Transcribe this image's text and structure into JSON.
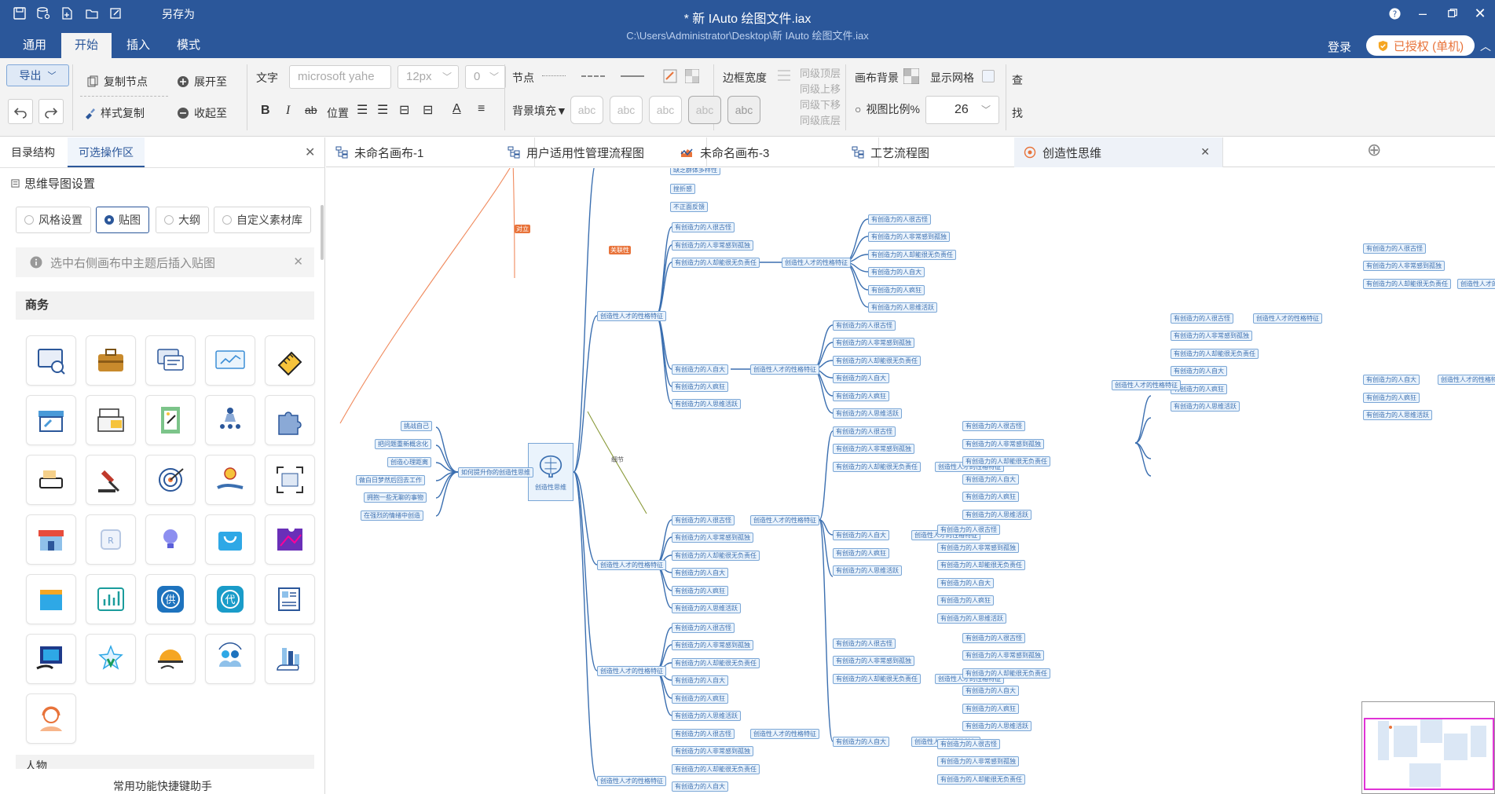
{
  "titlebar": {
    "save_as": "另存为",
    "doc_title": "*  新 IAuto 绘图文件.iax",
    "doc_path": "C:\\Users\\Administrator\\Desktop\\新 IAuto 绘图文件.iax",
    "bg_color": "#2b579a"
  },
  "menu": {
    "tabs": [
      "通用",
      "开始",
      "插入",
      "模式"
    ],
    "active": "开始",
    "login": "登录",
    "license": "已授权 (单机)"
  },
  "ribbon": {
    "export": "导出",
    "copy_node": "复制节点",
    "style_copy": "样式复制",
    "expand_to": "展开至",
    "collapse_to": "收起至",
    "text_label": "文字",
    "font_name": "microsoft yahe",
    "font_size": "12px",
    "font_size_2": "0",
    "position": "位置",
    "node_label": "节点",
    "bg_fill": "背景填充▼",
    "abc": "abc",
    "border_width": "边框宽度",
    "same_top": "同级顶层",
    "same_up": "同级上移",
    "same_down": "同级下移",
    "same_bottom": "同级底层",
    "canvas_bg": "画布背景",
    "show_grid": "显示网格",
    "view_ratio": "视图比例%",
    "zoom_value": "26",
    "find_1": "查",
    "find_2": "找"
  },
  "left_panel": {
    "tabs": [
      "目录结构",
      "可选操作区"
    ],
    "active_tab": "可选操作区",
    "title": "思维导图设置",
    "radios": [
      "风格设置",
      "贴图",
      "大纲",
      "自定义素材库"
    ],
    "active_radio": "贴图",
    "notice": "选中右侧画布中主题后插入贴图",
    "category": "商务",
    "category_2": "人物",
    "shortcut": "常用功能快捷键助手",
    "icons": [
      "online-monitor-icon",
      "briefcase-icon",
      "chat-card-icon",
      "data-screen-icon",
      "ruler-icon",
      "store-icon",
      "cash-register-icon",
      "resume-icon",
      "hierarchy-icon",
      "puzzle-icon",
      "sign-icon",
      "auction-hammer-icon",
      "target-icon",
      "award-hand-icon",
      "scan-frame-icon",
      "shop-icon",
      "rfid-icon",
      "idea-bulb-icon",
      "shopping-bag-icon",
      "network-puzzle-icon",
      "file-stack-icon",
      "chart-box-icon",
      "supply-badge-icon",
      "agent-badge-icon",
      "bill-icon",
      "monitor-hand-icon",
      "star-award-icon",
      "service-tray-icon",
      "team-sync-icon",
      "city-cloud-icon",
      "customer-service-icon"
    ]
  },
  "doc_tabs": [
    {
      "label": "未命名画布-1",
      "icon": "flowchart-icon"
    },
    {
      "label": "用户适用性管理流程图",
      "icon": "flowchart-icon"
    },
    {
      "label": "未命名画布-3",
      "icon": "chart-icon"
    },
    {
      "label": "工艺流程图",
      "icon": "flowchart-icon"
    },
    {
      "label": "创造性思维",
      "icon": "mindmap-icon",
      "active": true
    }
  ],
  "canvas": {
    "center": "创造性思维",
    "left_root": "如何提升你的创造性思维",
    "left_items": [
      "挑战自己",
      "把问题重新概念化",
      "创造心理距离",
      "做白日梦然后回去工作",
      "拥抱一些无聊的事物",
      "在强烈的情绪中创造"
    ],
    "relation_tags": [
      "对立",
      "关联性",
      "细节"
    ],
    "branch": "创造性人才的性格特征",
    "top_items": [
      "缺乏群体多样性",
      "挫折感",
      "不正面反馈"
    ],
    "traits": [
      "有创造力的人很古怪",
      "有创造力的人非常感到孤独",
      "有创造力的人却能很无负责任",
      "有创造力的人自大",
      "有创造力的人疯狂",
      "有创造力的人思维活跃"
    ]
  }
}
